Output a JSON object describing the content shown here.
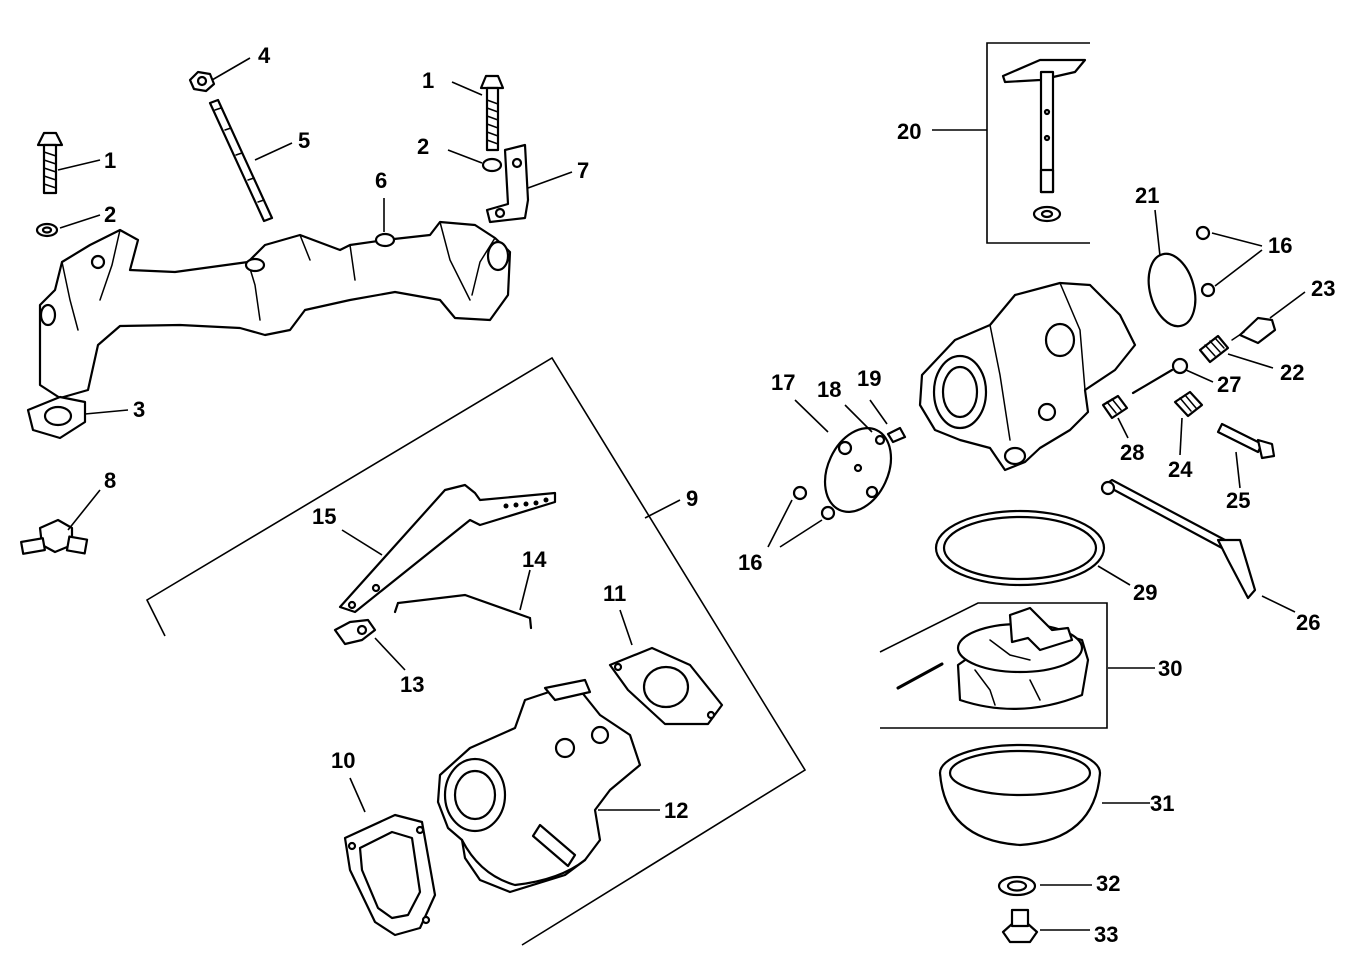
{
  "diagram": {
    "callouts": {
      "c1a": "1",
      "c1b": "1",
      "c2a": "2",
      "c2b": "2",
      "c3": "3",
      "c4": "4",
      "c5": "5",
      "c6": "6",
      "c7": "7",
      "c8": "8",
      "c9": "9",
      "c10": "10",
      "c11": "11",
      "c12": "12",
      "c13": "13",
      "c14": "14",
      "c15": "15",
      "c16a": "16",
      "c16b": "16",
      "c17": "17",
      "c18": "18",
      "c19": "19",
      "c20": "20",
      "c21": "21",
      "c22": "22",
      "c23": "23",
      "c24": "24",
      "c25": "25",
      "c26": "26",
      "c27": "27",
      "c28": "28",
      "c29": "29",
      "c30": "30",
      "c31": "31",
      "c32": "32",
      "c33": "33"
    }
  }
}
